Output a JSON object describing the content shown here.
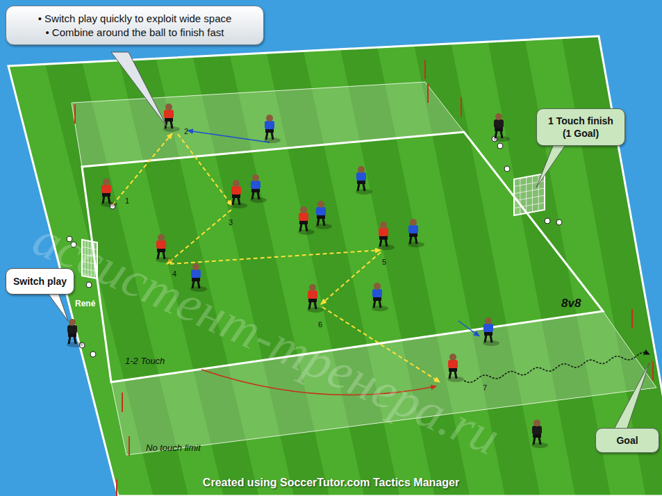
{
  "diagram": {
    "caption": "Created using SoccerTutor.com Tactics Manager",
    "nodes": [
      {
        "text": [
          "• Switch play quickly to exploit wide space",
          "• Combine around the ball to finish fast"
        ]
      },
      {
        "text": [
          "Switch play"
        ]
      },
      {
        "text": [
          "1 Touch finish (1 Goal)"
        ]
      },
      {
        "text": [
          "Goal"
        ]
      }
    ],
    "labels": [
      "ассистент-тренера.ru",
      "1",
      "2",
      "3",
      "4",
      "5",
      "6",
      "7",
      "René",
      "8v8",
      "1-2 Touch",
      "No touch limit"
    ]
  }
}
